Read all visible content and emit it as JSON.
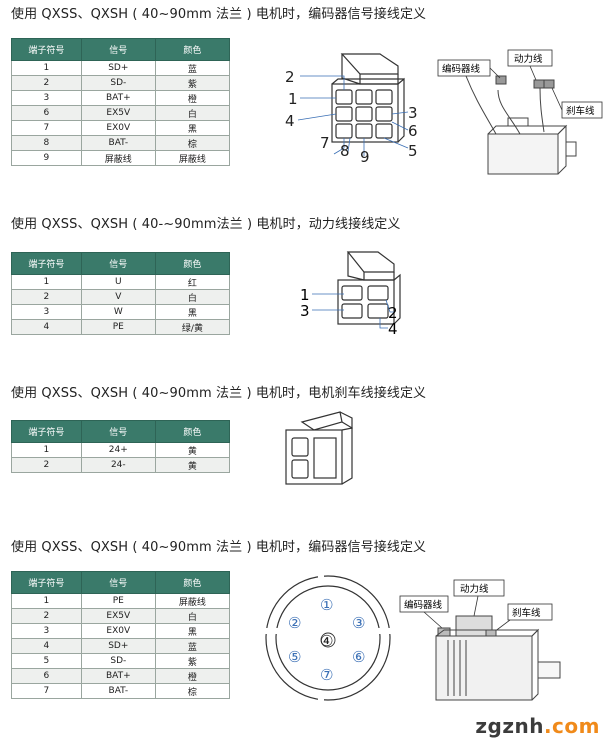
{
  "section1": {
    "heading": "使用 QXSS、QXSH ( 40~90mm 法兰 ) 电机时，编码器信号接线定义",
    "headers": [
      "端子符号",
      "信号",
      "颜色"
    ],
    "rows": [
      [
        "1",
        "SD+",
        "蓝"
      ],
      [
        "2",
        "SD-",
        "紫"
      ],
      [
        "3",
        "BAT+",
        "橙"
      ],
      [
        "6",
        "EX5V",
        "白"
      ],
      [
        "7",
        "EX0V",
        "黑"
      ],
      [
        "8",
        "BAT-",
        "棕"
      ],
      [
        "9",
        "屏蔽线",
        "屏蔽线"
      ]
    ],
    "connector_pins": [
      "1",
      "2",
      "3",
      "4",
      "5",
      "6",
      "7",
      "8",
      "9"
    ],
    "motor_labels": {
      "encoder": "编码器线",
      "power": "动力线",
      "brake": "刹车线"
    }
  },
  "section2": {
    "heading": "使用 QXSS、QXSH ( 40-~90mm法兰 ) 电机时，动力线接线定义",
    "headers": [
      "端子符号",
      "信号",
      "颜色"
    ],
    "rows": [
      [
        "1",
        "U",
        "红"
      ],
      [
        "2",
        "V",
        "白"
      ],
      [
        "3",
        "W",
        "黑"
      ],
      [
        "4",
        "PE",
        "绿/黄"
      ]
    ],
    "connector_pins": [
      "1",
      "2",
      "3",
      "4"
    ]
  },
  "section3": {
    "heading": "使用 QXSS、QXSH ( 40~90mm 法兰 ) 电机时，电机刹车线接线定义",
    "headers": [
      "端子符号",
      "信号",
      "颜色"
    ],
    "rows": [
      [
        "1",
        "24+",
        "黄"
      ],
      [
        "2",
        "24-",
        "黄"
      ]
    ]
  },
  "section4": {
    "heading": "使用 QXSS、QXSH ( 40~90mm 法兰 ) 电机时，编码器信号接线定义",
    "headers": [
      "端子符号",
      "信号",
      "颜色"
    ],
    "rows": [
      [
        "1",
        "PE",
        "屏蔽线"
      ],
      [
        "2",
        "EX5V",
        "白"
      ],
      [
        "3",
        "EX0V",
        "黑"
      ],
      [
        "4",
        "SD+",
        "蓝"
      ],
      [
        "5",
        "SD-",
        "紫"
      ],
      [
        "6",
        "BAT+",
        "橙"
      ],
      [
        "7",
        "BAT-",
        "棕"
      ]
    ],
    "round_pins": [
      "①",
      "②",
      "③",
      "④",
      "⑤",
      "⑥",
      "⑦"
    ],
    "motor_labels": {
      "encoder": "编码器线",
      "power": "动力线",
      "brake": "刹车线"
    }
  },
  "watermark": {
    "part1": "zgznh",
    "part2": ".com"
  },
  "colors": {
    "header": "#3a7a6a",
    "accent": "#f08a1a",
    "pin_blue": "#3a6fb5"
  }
}
